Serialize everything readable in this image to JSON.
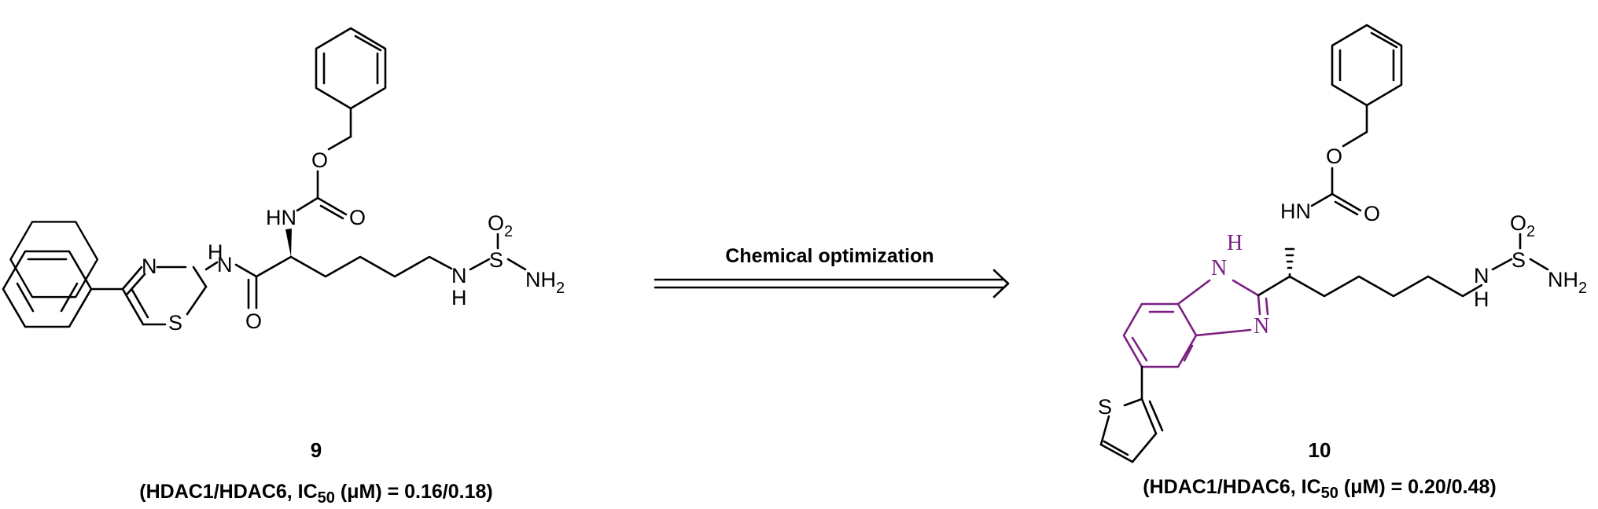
{
  "compound_left": {
    "number": "9",
    "activity_prefix": "(HDAC1/HDAC6, IC",
    "activity_sub": "50",
    "activity_suffix": " (μM) = 0.16/0.18)"
  },
  "compound_right": {
    "number": "10",
    "activity_prefix": "(HDAC1/HDAC6, IC",
    "activity_sub": "50",
    "activity_suffix": " (μM) = 0.20/0.48)"
  },
  "arrow": {
    "label": "Chemical optimization"
  },
  "atoms": {
    "N": "N",
    "S": "S",
    "O": "O",
    "H": "H",
    "NH": "NH",
    "HN": "HN",
    "O2_base": "O",
    "O2_sub": "2",
    "NH2_base": "NH",
    "NH2_sub": "2"
  },
  "colors": {
    "highlight": "#7b1f82",
    "ink": "#000000"
  }
}
